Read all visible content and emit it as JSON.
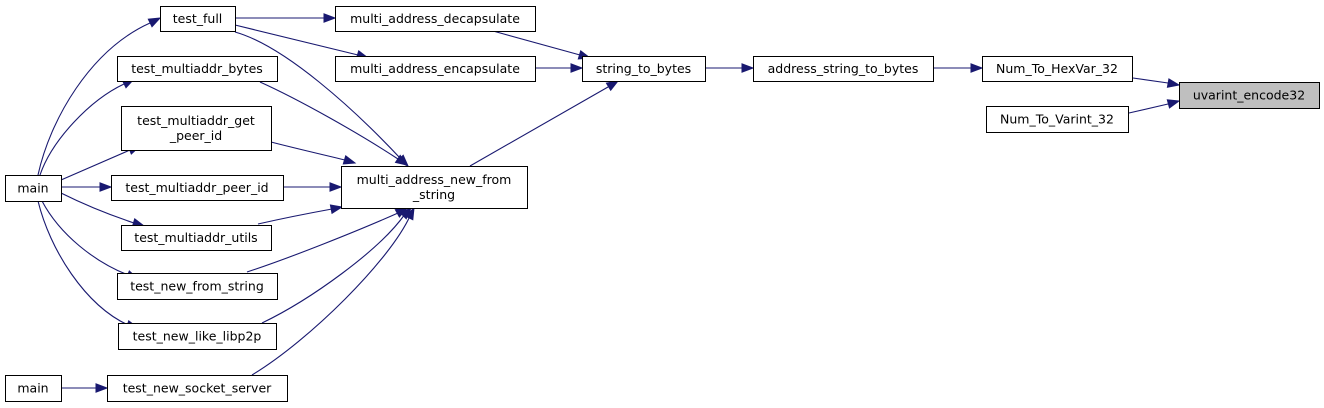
{
  "graph": {
    "root": "uvarint_encode32",
    "nodes": [
      {
        "id": "test_full",
        "label": [
          "test_full"
        ]
      },
      {
        "id": "multi_address_decapsulate",
        "label": [
          "multi_address_decapsulate"
        ]
      },
      {
        "id": "test_multiaddr_bytes",
        "label": [
          "test_multiaddr_bytes"
        ]
      },
      {
        "id": "multi_address_encapsulate",
        "label": [
          "multi_address_encapsulate"
        ]
      },
      {
        "id": "string_to_bytes",
        "label": [
          "string_to_bytes"
        ]
      },
      {
        "id": "address_string_to_bytes",
        "label": [
          "address_string_to_bytes"
        ]
      },
      {
        "id": "Num_To_HexVar_32",
        "label": [
          "Num_To_HexVar_32"
        ]
      },
      {
        "id": "uvarint_encode32",
        "label": [
          "uvarint_encode32"
        ],
        "highlight": true
      },
      {
        "id": "Num_To_Varint_32",
        "label": [
          "Num_To_Varint_32"
        ]
      },
      {
        "id": "test_multiaddr_get_peer_id",
        "label": [
          "test_multiaddr_get",
          "_peer_id"
        ]
      },
      {
        "id": "main_1",
        "label": [
          "main"
        ]
      },
      {
        "id": "test_multiaddr_peer_id",
        "label": [
          "test_multiaddr_peer_id"
        ]
      },
      {
        "id": "multi_address_new_from_string",
        "label": [
          "multi_address_new_from",
          "_string"
        ]
      },
      {
        "id": "test_multiaddr_utils",
        "label": [
          "test_multiaddr_utils"
        ]
      },
      {
        "id": "test_new_from_string",
        "label": [
          "test_new_from_string"
        ]
      },
      {
        "id": "test_new_like_libp2p",
        "label": [
          "test_new_like_libp2p"
        ]
      },
      {
        "id": "main_2",
        "label": [
          "main"
        ]
      },
      {
        "id": "test_new_socket_server",
        "label": [
          "test_new_socket_server"
        ]
      }
    ],
    "edges": [
      {
        "from": "Num_To_HexVar_32",
        "to": "uvarint_encode32"
      },
      {
        "from": "Num_To_Varint_32",
        "to": "uvarint_encode32"
      },
      {
        "from": "address_string_to_bytes",
        "to": "Num_To_HexVar_32"
      },
      {
        "from": "string_to_bytes",
        "to": "address_string_to_bytes"
      },
      {
        "from": "multi_address_decapsulate",
        "to": "string_to_bytes"
      },
      {
        "from": "multi_address_encapsulate",
        "to": "string_to_bytes"
      },
      {
        "from": "multi_address_new_from_string",
        "to": "string_to_bytes"
      },
      {
        "from": "test_full",
        "to": "multi_address_decapsulate"
      },
      {
        "from": "test_full",
        "to": "multi_address_encapsulate"
      },
      {
        "from": "test_full",
        "to": "multi_address_new_from_string"
      },
      {
        "from": "test_multiaddr_bytes",
        "to": "multi_address_new_from_string"
      },
      {
        "from": "test_multiaddr_get_peer_id",
        "to": "multi_address_new_from_string"
      },
      {
        "from": "test_multiaddr_peer_id",
        "to": "multi_address_new_from_string"
      },
      {
        "from": "test_multiaddr_utils",
        "to": "multi_address_new_from_string"
      },
      {
        "from": "test_new_from_string",
        "to": "multi_address_new_from_string"
      },
      {
        "from": "test_new_like_libp2p",
        "to": "multi_address_new_from_string"
      },
      {
        "from": "test_new_socket_server",
        "to": "multi_address_new_from_string"
      },
      {
        "from": "main_1",
        "to": "test_full"
      },
      {
        "from": "main_1",
        "to": "test_multiaddr_bytes"
      },
      {
        "from": "main_1",
        "to": "test_multiaddr_get_peer_id"
      },
      {
        "from": "main_1",
        "to": "test_multiaddr_peer_id"
      },
      {
        "from": "main_1",
        "to": "test_multiaddr_utils"
      },
      {
        "from": "main_1",
        "to": "test_new_from_string"
      },
      {
        "from": "main_1",
        "to": "test_new_like_libp2p"
      },
      {
        "from": "main_2",
        "to": "test_new_socket_server"
      }
    ]
  },
  "colors": {
    "edge": "#191970",
    "node_border": "#000000",
    "node_fill": "#ffffff",
    "highlight_fill": "#bfbfbf"
  }
}
